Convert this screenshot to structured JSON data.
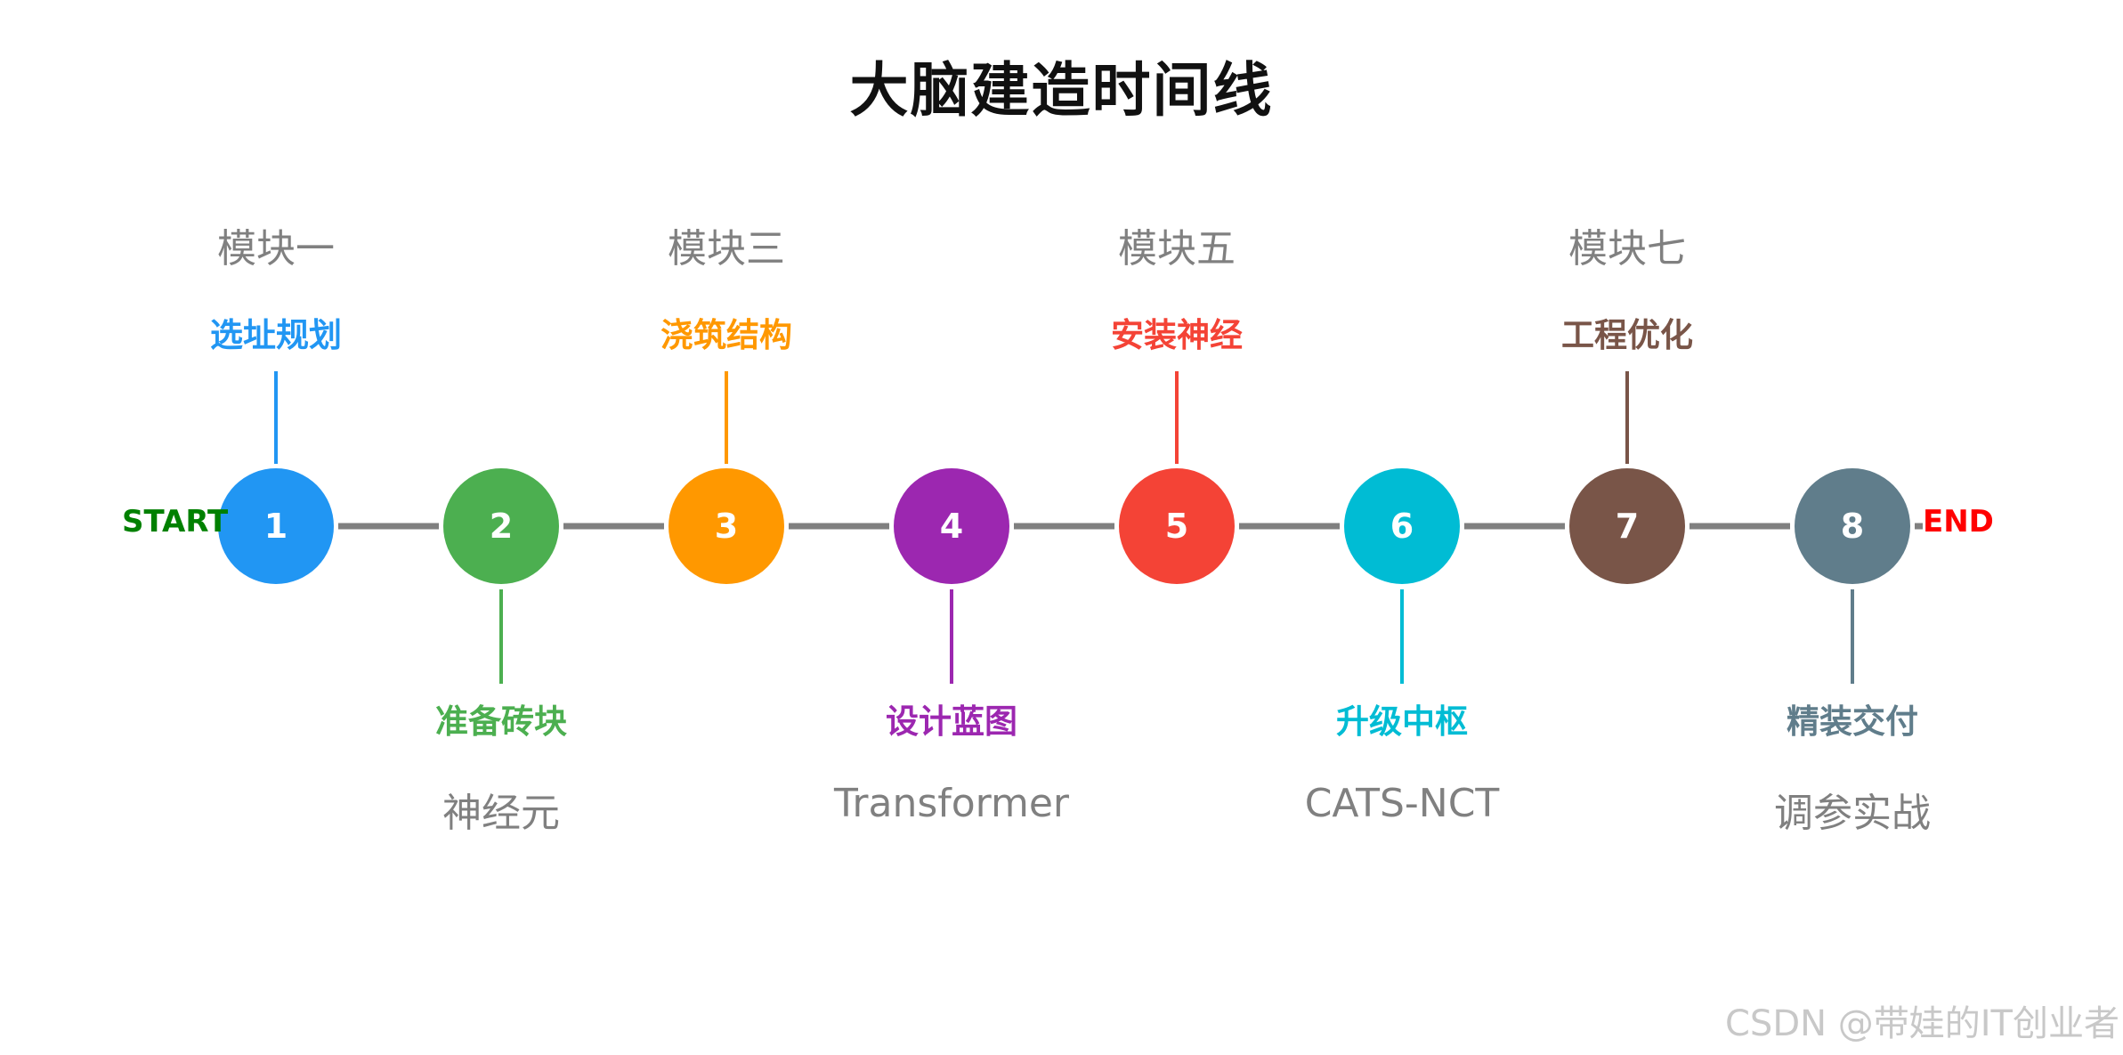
{
  "title": "大脑建造时间线",
  "start_label": "START",
  "end_label": "END",
  "line_color": "#808080",
  "start_color": "#008000",
  "end_color": "#ff0000",
  "nodes": [
    {
      "number": "1",
      "tag": "选址规划",
      "module": "模块一",
      "color": "#2196f3",
      "side": "top"
    },
    {
      "number": "2",
      "tag": "准备砖块",
      "module": "神经元",
      "color": "#4caf50",
      "side": "bottom"
    },
    {
      "number": "3",
      "tag": "浇筑结构",
      "module": "模块三",
      "color": "#ff9800",
      "side": "top"
    },
    {
      "number": "4",
      "tag": "设计蓝图",
      "module": "Transformer",
      "color": "#9c27b0",
      "side": "bottom"
    },
    {
      "number": "5",
      "tag": "安装神经",
      "module": "模块五",
      "color": "#f44336",
      "side": "top"
    },
    {
      "number": "6",
      "tag": "升级中枢",
      "module": "CATS-NCT",
      "color": "#00bcd4",
      "side": "bottom"
    },
    {
      "number": "7",
      "tag": "工程优化",
      "module": "模块七",
      "color": "#795548",
      "side": "top"
    },
    {
      "number": "8",
      "tag": "精装交付",
      "module": "调参实战",
      "color": "#607d8b",
      "side": "bottom"
    }
  ],
  "watermark": "CSDN @带娃的IT创业者"
}
